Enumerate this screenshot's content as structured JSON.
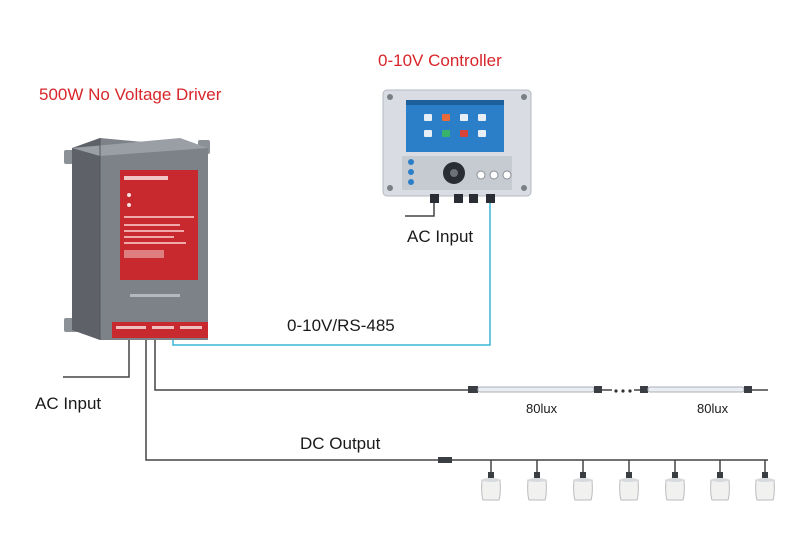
{
  "labels": {
    "driver_title": "500W No Voltage Driver",
    "controller_title": "0-10V Controller",
    "controller_ac_input": "AC Input",
    "driver_ac_input": "AC Input",
    "signal_line": "0-10V/RS-485",
    "dc_output": "DC Output",
    "lux_left": "80lux",
    "lux_right": "80lux"
  },
  "colors": {
    "title_red": "#d8262b",
    "signal_cyan": "#3ab6d6",
    "wire": "#444444",
    "driver_body": "#7d8188",
    "driver_panel": "#c8292e",
    "controller_body": "#d9dde3",
    "screen": "#2b7fc9"
  },
  "icons": {
    "driver": "led-driver-icon",
    "controller": "touch-controller-icon",
    "tube": "led-tube-icon",
    "bulb": "hanging-bulb-icon"
  }
}
